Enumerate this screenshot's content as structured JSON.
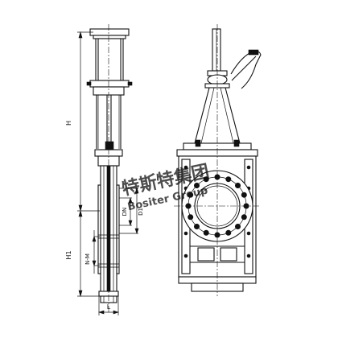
{
  "dimensions": {
    "overall_height": "H",
    "lower_height": "H1",
    "nominal_diameter": "DN",
    "flange_diameter": "D1",
    "bolt_pattern": "N-M",
    "face_length": "L"
  },
  "watermark": {
    "text_cn": "特斯特集团",
    "text_en": "Bositer Group"
  },
  "colors": {
    "line": "#111111",
    "watermark": "#c8d8ea"
  }
}
